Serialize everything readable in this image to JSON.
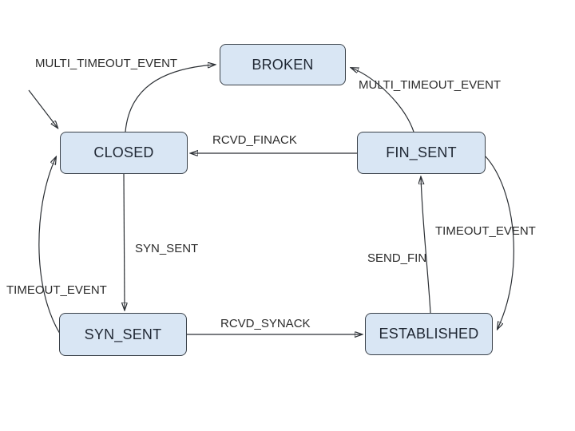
{
  "diagram": {
    "type": "state-machine",
    "states": [
      {
        "id": "broken",
        "label": "BROKEN"
      },
      {
        "id": "closed",
        "label": "CLOSED"
      },
      {
        "id": "fin_sent",
        "label": "FIN_SENT"
      },
      {
        "id": "syn_sent",
        "label": "SYN_SENT"
      },
      {
        "id": "established",
        "label": "ESTABLISHED"
      }
    ],
    "transitions": [
      {
        "from": "closed",
        "to": "broken",
        "label": "MULTI_TIMEOUT_EVENT"
      },
      {
        "from": "fin_sent",
        "to": "broken",
        "label": "MULTI_TIMEOUT_EVENT"
      },
      {
        "from": "fin_sent",
        "to": "closed",
        "label": "RCVD_FINACK"
      },
      {
        "from": "closed",
        "to": "syn_sent",
        "label": "SYN_SENT"
      },
      {
        "from": "syn_sent",
        "to": "closed",
        "label": "TIMEOUT_EVENT"
      },
      {
        "from": "syn_sent",
        "to": "established",
        "label": "RCVD_SYNACK"
      },
      {
        "from": "established",
        "to": "fin_sent",
        "label": "SEND_FIN"
      },
      {
        "from": "fin_sent",
        "to": "established",
        "label": "TIMEOUT_EVENT"
      }
    ],
    "initial_arrow": {
      "target": "closed"
    },
    "colors": {
      "state_fill": "#d9e6f4",
      "state_border": "#3a4149",
      "state_text": "#1f2733",
      "edge_stroke": "#2b2f34",
      "edge_label_text": "#2b2b2b",
      "background": "#ffffff"
    }
  }
}
